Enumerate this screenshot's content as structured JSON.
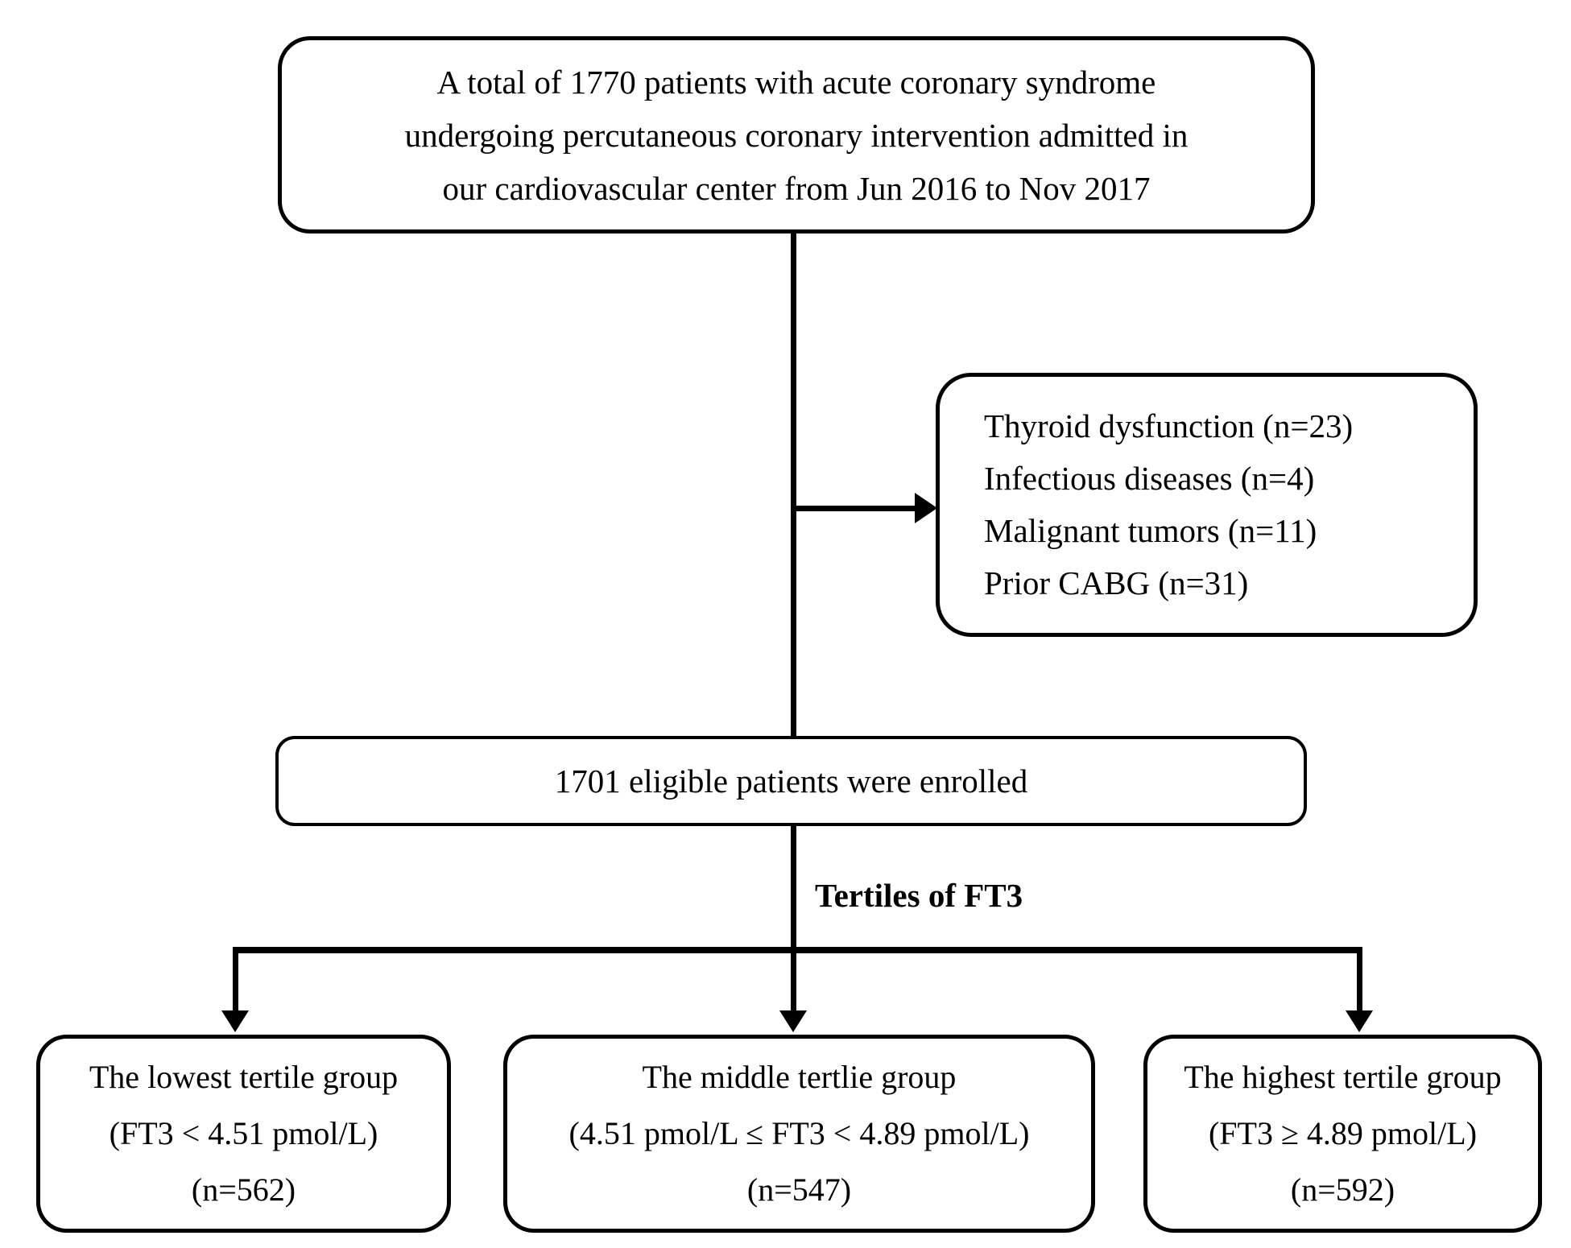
{
  "diagram": {
    "top_box": {
      "lines": [
        "A total of 1770 patients with acute coronary syndrome",
        "undergoing percutaneous coronary intervention admitted in",
        "our cardiovascular center from Jun 2016 to Nov 2017"
      ]
    },
    "exclusion_box": {
      "lines": [
        "Thyroid dysfunction (n=23)",
        "Infectious diseases (n=4)",
        "Malignant tumors (n=11)",
        "Prior CABG (n=31)"
      ]
    },
    "enrolled_box": {
      "text": "1701 eligible patients were enrolled"
    },
    "branch_label": "Tertiles of FT3",
    "group_boxes": [
      {
        "lines": [
          "The lowest tertile group",
          "(FT3 < 4.51 pmol/L)",
          "(n=562)"
        ]
      },
      {
        "lines": [
          "The middle tertlie group",
          "(4.51 pmol/L ≤ FT3 < 4.89 pmol/L)",
          "(n=547)"
        ]
      },
      {
        "lines": [
          "The highest tertile group",
          "(FT3 ≥ 4.89 pmol/L)",
          "(n=592)"
        ]
      }
    ],
    "colors": {
      "line": "#000000",
      "background": "#ffffff",
      "text": "#000000"
    }
  }
}
